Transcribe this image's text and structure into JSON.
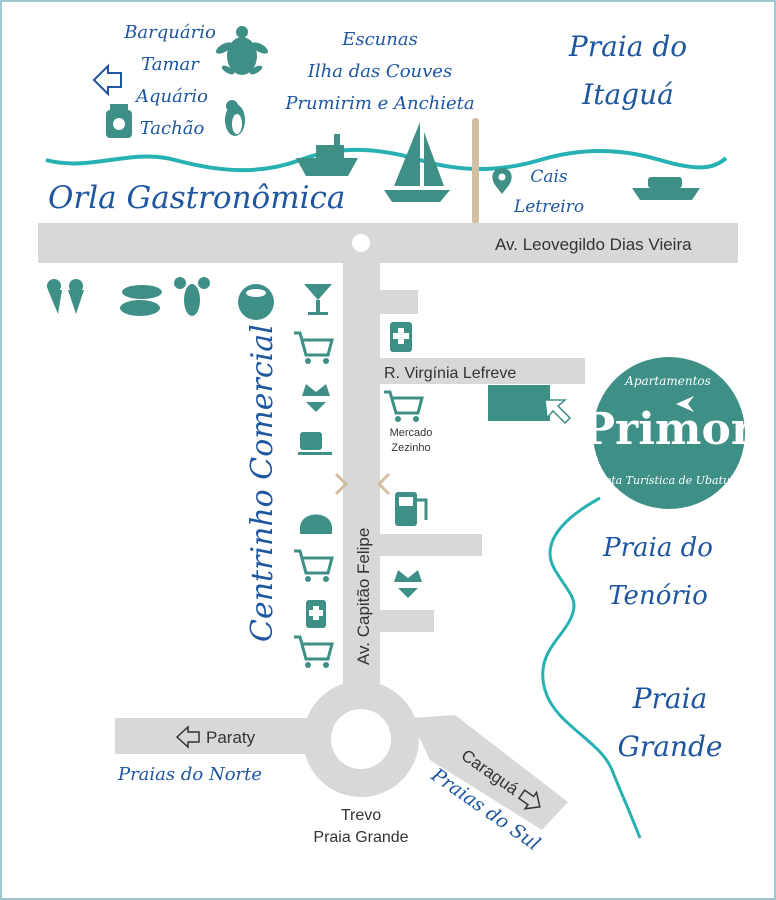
{
  "colors": {
    "road": "#d8d8d8",
    "teal": "#3e8f86",
    "sea_line": "#27b1b3",
    "script_text": "#1e56a0",
    "border": "#9fc7cf"
  },
  "top_left": {
    "lines": [
      "Barquário",
      "Tamar",
      "Aquário",
      "Tachão"
    ],
    "arrow_icon": "arrow-left-outline"
  },
  "top_center": {
    "lines": [
      "Escunas",
      "Ilha das Couves",
      "Prumirim e Anchieta"
    ]
  },
  "top_right": {
    "lines": [
      "Praia do",
      "Itaguá"
    ]
  },
  "orla": "Orla Gastronômica",
  "cais": [
    "Cais",
    "Letreiro"
  ],
  "streets": {
    "main_horizontal": "Av. Leovegildo Dias Vieira",
    "virginia": "R. Virgínia Lefreve",
    "capitao": "Av. Capitão Felipe",
    "paraty": "Paraty",
    "caragua": "Caraguá",
    "trevo": [
      "Trevo",
      "Praia Grande"
    ]
  },
  "mercado": [
    "Mercado",
    "Zezinho"
  ],
  "centrinho": "Centrinho Comercial",
  "primor": {
    "arc_top": "Apartamentos",
    "name": "Primor",
    "arc_bottom": "Rota Turística de Ubatuba"
  },
  "beaches": {
    "tenorio": [
      "Praia do",
      "Tenório"
    ],
    "grande": [
      "Praia",
      "Grande"
    ],
    "praias_norte": "Praias do Norte",
    "praias_sul": "Praias do Sul"
  },
  "icons": [
    "turtle-icon",
    "penguin-icon",
    "jar-icon",
    "fishing-boat-icon",
    "sailboat-icon",
    "speedboat-icon",
    "location-pin-icon",
    "ice-cream-icon",
    "seafood-icon",
    "lobster-icon",
    "coconut-icon",
    "cocktail-icon",
    "shopping-cart-icon",
    "bikini-icon",
    "coffee-icon",
    "bread-icon",
    "pharmacy-icon",
    "fuel-pump-icon",
    "airplane-icon"
  ]
}
